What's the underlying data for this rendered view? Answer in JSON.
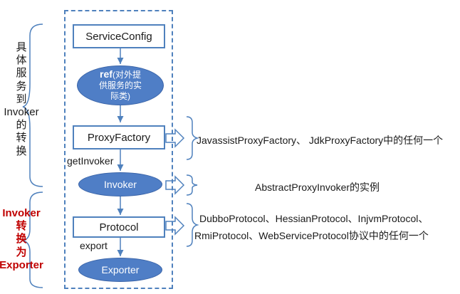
{
  "left_groups": [
    {
      "lines": [
        "具",
        "体",
        "服",
        "务",
        "到",
        "Invoker",
        "的",
        "转",
        "换"
      ],
      "color": "#1a1a1a"
    },
    {
      "lines": [
        "Invoker",
        "转",
        "换",
        "为",
        "Exporter"
      ],
      "color": "#c00000"
    }
  ],
  "nodes": {
    "service_config": "ServiceConfig",
    "ref_title": "ref",
    "ref_line1": "(对外提",
    "ref_line2": "供服务的实",
    "ref_line3": "际类)",
    "proxy_factory": "ProxyFactory",
    "invoker": "Invoker",
    "protocol": "Protocol",
    "exporter": "Exporter"
  },
  "edge_labels": {
    "get_invoker": "getInvoker",
    "export": "export"
  },
  "descriptions": {
    "proxy_factory": "JavassistProxyFactory、 JdkProxyFactory中的任何一个",
    "invoker": "AbstractProxyInvoker的实例",
    "protocol_line1": "DubboProtocol、HessianProtocol、InjvmProtocol、",
    "protocol_line2": "RmiProtocol、WebServiceProtocol协议中的任何一个"
  },
  "colors": {
    "accent": "#4f81bd",
    "oval_fill": "#4f7ec6",
    "highlight_red": "#c00000"
  }
}
